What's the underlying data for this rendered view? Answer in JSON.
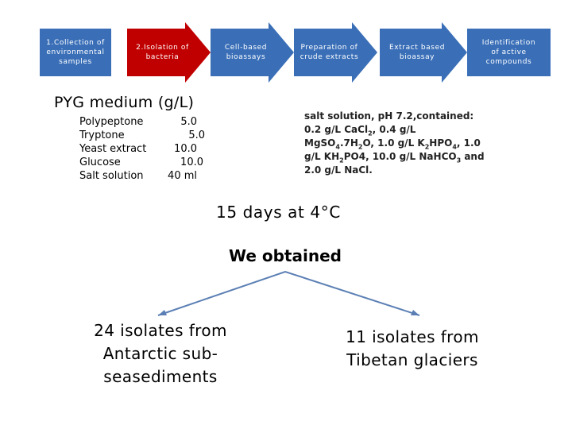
{
  "flow_steps": [
    {
      "label": "1.Collection of\nenvironmental\nsamples",
      "color": "#3a6fb8"
    },
    {
      "label": "2.Isolation of\nbacteria",
      "color": "#c00000"
    },
    {
      "label": "Cell-based\nbioassays",
      "color": "#3a6fb8"
    },
    {
      "label": "Preparation of\ncrude extracts",
      "color": "#3a6fb8"
    },
    {
      "label": "Extract based\nbioassay",
      "color": "#3a6fb8"
    },
    {
      "label": "Identification\nof active\ncompounds",
      "color": "#3a6fb8"
    }
  ],
  "medium": {
    "title": "PYG medium (g/L)",
    "rows": [
      {
        "name": "Polypeptone",
        "value": "5.0"
      },
      {
        "name": "Tryptone",
        "value": "5.0"
      },
      {
        "name": "Yeast extract",
        "value": "10.0"
      },
      {
        "name": "Glucose",
        "value": "10.0"
      },
      {
        "name": "Salt solution",
        "value": "40 ml"
      }
    ]
  },
  "salt": {
    "t1": "salt solution, pH 7.2,contained:",
    "t2": "0.2 g/L CaCl",
    "s2": "2",
    "t3": ", 0.4 g/L",
    "t4": "MgSO",
    "s4": "4",
    "t5": ".7H",
    "s5": "2",
    "t6": "O, 1.0 g/L K",
    "s6": "2",
    "t7": "HPO",
    "s7": "4",
    "t8": ", 1.0",
    "t9": "g/L KH",
    "s9": "2",
    "t10": "PO4, 10.0 g/L NaHCO",
    "s10": "3",
    "t11": " and",
    "t12": "2.0 g/L NaCl."
  },
  "days": "15 days at 4°C",
  "obtained": "We obtained",
  "results": {
    "left": "24 isolates from Antarctic sub-seasediments",
    "right": "11 isolates from Tibetan glaciers"
  },
  "colors": {
    "arrow_blue": "#3a6fb8",
    "arrow_red": "#c00000",
    "connector": "#5b7fb4"
  }
}
